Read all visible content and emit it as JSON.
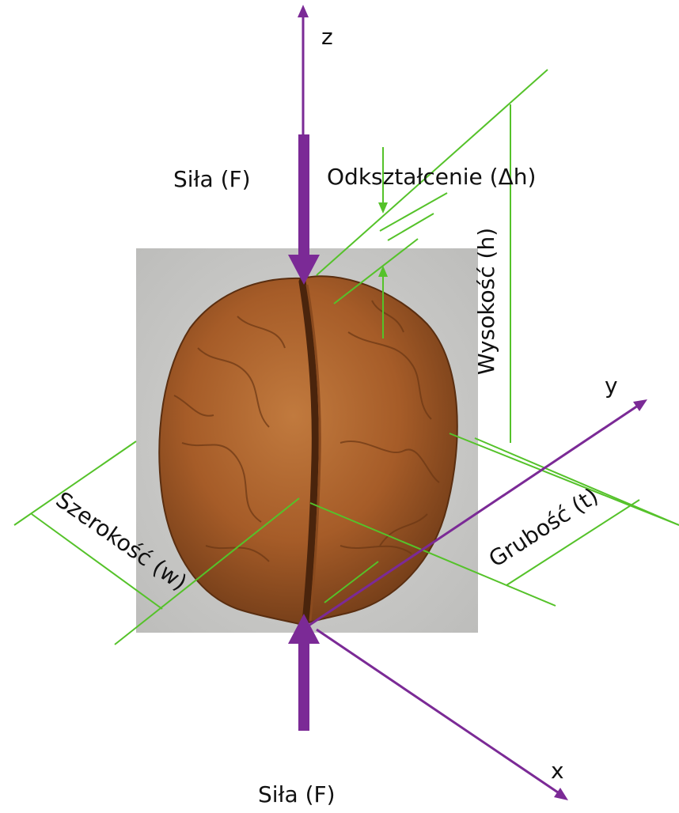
{
  "labels": {
    "axis_z": "z",
    "axis_y": "y",
    "axis_x": "x",
    "force_top": "Siła (F)",
    "force_bottom": "Siła (F)",
    "deformation": "Odkształcenie (Δh)",
    "height": "Wysokość (h)",
    "width": "Szerokość (w)",
    "thickness": "Grubość (t)"
  },
  "colors": {
    "axis": "#7b2a96",
    "dimension": "#55c22a",
    "text": "#111111",
    "photo_background": "#c9c9c7",
    "walnut": "#a9612c"
  },
  "photo": {
    "subject": "walnut"
  }
}
